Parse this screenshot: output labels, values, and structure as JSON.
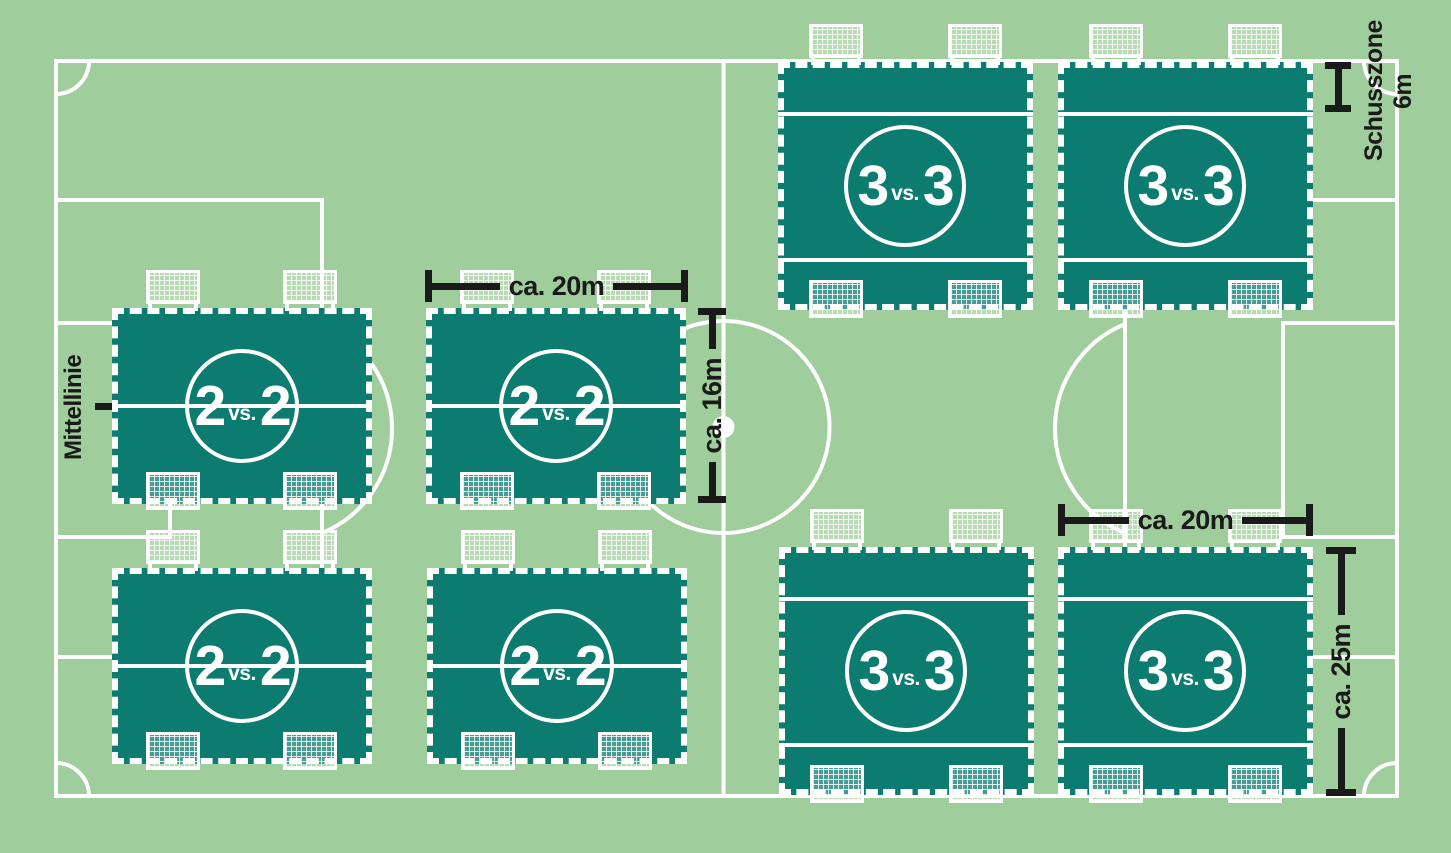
{
  "diagram": {
    "description": "Mini pitch layout on a full-size football field",
    "annotations": {
      "mittellinie": "Mittellinie",
      "dim_width_top": "ca. 20m",
      "dim_height_mid": "ca. 16m",
      "dim_width_bottom": "ca. 20m",
      "dim_height_right": "ca. 25m",
      "schusszone_name": "Schusszone",
      "schusszone_depth": "6m"
    },
    "pitches": [
      {
        "name": "2vs2-top-left",
        "type": "2vs2",
        "home": "2",
        "vs": "vs.",
        "away": "2"
      },
      {
        "name": "2vs2-top-middle",
        "type": "2vs2",
        "home": "2",
        "vs": "vs.",
        "away": "2"
      },
      {
        "name": "2vs2-bottom-left",
        "type": "2vs2",
        "home": "2",
        "vs": "vs.",
        "away": "2"
      },
      {
        "name": "2vs2-bottom-middle",
        "type": "2vs2",
        "home": "2",
        "vs": "vs.",
        "away": "2"
      },
      {
        "name": "3vs3-top-left",
        "type": "3vs3",
        "home": "3",
        "vs": "vs.",
        "away": "3"
      },
      {
        "name": "3vs3-top-right",
        "type": "3vs3",
        "home": "3",
        "vs": "vs.",
        "away": "3"
      },
      {
        "name": "3vs3-bottom-left",
        "type": "3vs3",
        "home": "3",
        "vs": "vs.",
        "away": "3"
      },
      {
        "name": "3vs3-bottom-right",
        "type": "3vs3",
        "home": "3",
        "vs": "vs.",
        "away": "3"
      }
    ],
    "colors": {
      "field_green": "#a0cd9c",
      "pitch_teal": "#0c7b70",
      "line_white": "#ffffff",
      "annotation_black": "#1a1a1a"
    }
  }
}
